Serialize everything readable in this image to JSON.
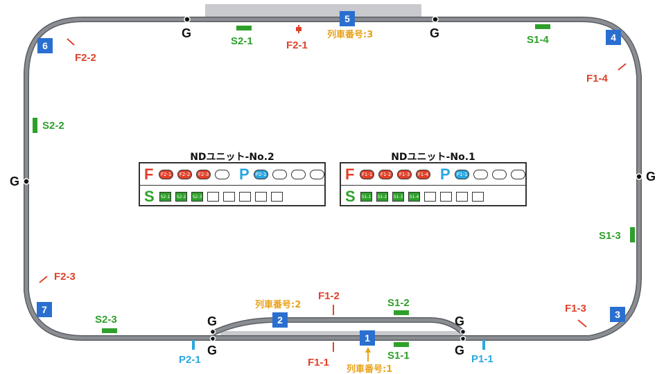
{
  "colors": {
    "track": "#8a8d92",
    "track_edge": "#5a5d62",
    "platform": "#c8cacd",
    "block_box": "#2a6fd0",
    "f_color": "#e0412a",
    "s_color": "#2ea02a",
    "p_color": "#2aa7e0",
    "train_color": "#e8a21c"
  },
  "gaps_label": "G",
  "blocks": {
    "b1": "1",
    "b2": "2",
    "b3": "3",
    "b4": "4",
    "b5": "5",
    "b6": "6",
    "b7": "7"
  },
  "f_sensors": {
    "f1_1": "F1-1",
    "f1_2": "F1-2",
    "f1_3": "F1-3",
    "f1_4": "F1-4",
    "f2_1": "F2-1",
    "f2_2": "F2-2",
    "f2_3": "F2-3"
  },
  "s_sensors": {
    "s1_1": "S1-1",
    "s1_2": "S1-2",
    "s1_3": "S1-3",
    "s1_4": "S1-4",
    "s2_1": "S2-1",
    "s2_2": "S2-2",
    "s2_3": "S2-3"
  },
  "p_sensors": {
    "p1_1": "P1-1",
    "p2_1": "P2-1"
  },
  "trains": {
    "t1": "列車番号:1",
    "t2": "列車番号:2",
    "t3": "列車番号:3"
  },
  "units": [
    {
      "title": "NDユニット-No.2",
      "f_label": "F",
      "p_label": "P",
      "s_label": "S",
      "f_slots": [
        "F2-1",
        "F2-2",
        "F2-3",
        ""
      ],
      "p_slots": [
        "P2-1",
        "",
        "",
        ""
      ],
      "s_slots": [
        "S2-1",
        "S2-2",
        "S2-3",
        "",
        "",
        "",
        "",
        ""
      ]
    },
    {
      "title": "NDユニット-No.1",
      "f_label": "F",
      "p_label": "P",
      "s_label": "S",
      "f_slots": [
        "F1-1",
        "F1-2",
        "F1-3",
        "F1-4"
      ],
      "p_slots": [
        "P1-1",
        "",
        "",
        ""
      ],
      "s_slots": [
        "S1-1",
        "S1-2",
        "S1-3",
        "S1-4",
        "",
        "",
        "",
        ""
      ]
    }
  ]
}
